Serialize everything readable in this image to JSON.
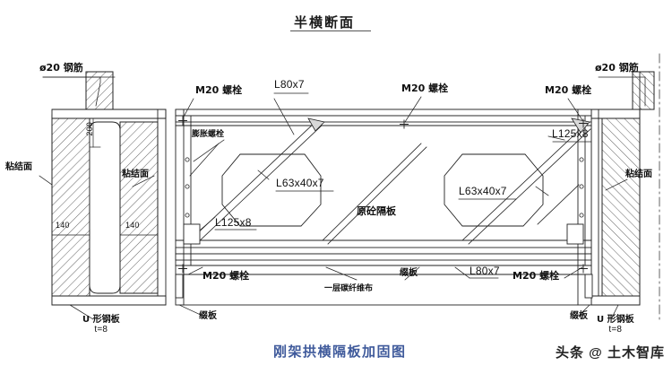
{
  "drawing": {
    "title": "半横断面",
    "caption": "刚架拱横隔板加固图",
    "watermark_prefix": "头条",
    "watermark_at": "@",
    "watermark_source": "土木智库",
    "background": "#ffffff",
    "line_color": "#222222",
    "caption_color": "#3f5a9b"
  },
  "annotations": {
    "rebar_left": "ø20 钢筋",
    "rebar_right": "ø20 钢筋",
    "dim_200": "200",
    "dim_140_left": "140",
    "dim_140_mid": "140",
    "bond_face_left": "粘结面",
    "bond_face_mid": "粘结面",
    "bond_face_right": "粘结面",
    "bolt_m20_top_left": "M20 螺栓",
    "bolt_m20_top_mid": "M20 螺栓",
    "bolt_m20_top_right": "M20 螺栓",
    "bolt_m20_bottom_left": "M20 螺栓",
    "bolt_m20_bottom_right": "M20 螺栓",
    "expansion_bolt": "膨胀螺栓",
    "angle_l80x7_top": "L80x7",
    "angle_l80x7_bottom": "L80x7",
    "angle_l125x8_left": "L125x8",
    "angle_l125x8_right": "L125x8",
    "angle_l63_left": "L63x40x7",
    "angle_l63_right": "L63x40x7",
    "concrete_diaphragm": "原砼隔板",
    "carbon_fiber": "一层碳纤维布",
    "batten_plate_mid": "缀板",
    "batten_plate_left": "缀板",
    "batten_plate_right": "缀板",
    "u_plate_left_line1": "U 形钢板",
    "u_plate_left_line2": "t=8",
    "u_plate_right_line1": "U 形钢板",
    "u_plate_right_line2": "t=8"
  }
}
